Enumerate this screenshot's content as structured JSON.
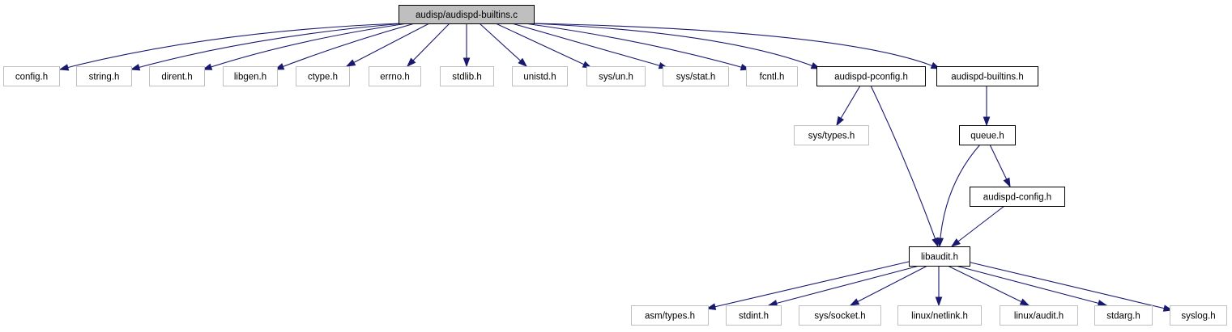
{
  "graph": {
    "colors": {
      "edge": "#191970",
      "root_fill": "#bfbfbf",
      "node_fill": "#ffffff",
      "documented_border": "#000000",
      "external_border": "#bfbfbf",
      "external_text": "#404040"
    },
    "nodes": [
      {
        "id": "root",
        "label": "audisp/audispd-builtins.c",
        "kind": "root"
      },
      {
        "id": "config",
        "label": "config.h",
        "kind": "external"
      },
      {
        "id": "string",
        "label": "string.h",
        "kind": "external"
      },
      {
        "id": "dirent",
        "label": "dirent.h",
        "kind": "external"
      },
      {
        "id": "libgen",
        "label": "libgen.h",
        "kind": "external"
      },
      {
        "id": "ctype",
        "label": "ctype.h",
        "kind": "external"
      },
      {
        "id": "errno",
        "label": "errno.h",
        "kind": "external"
      },
      {
        "id": "stdlib",
        "label": "stdlib.h",
        "kind": "external"
      },
      {
        "id": "unistd",
        "label": "unistd.h",
        "kind": "external"
      },
      {
        "id": "sysun",
        "label": "sys/un.h",
        "kind": "external"
      },
      {
        "id": "sysstat",
        "label": "sys/stat.h",
        "kind": "external"
      },
      {
        "id": "fcntl",
        "label": "fcntl.h",
        "kind": "external"
      },
      {
        "id": "pconfig",
        "label": "audispd-pconfig.h",
        "kind": "documented"
      },
      {
        "id": "builtins",
        "label": "audispd-builtins.h",
        "kind": "documented"
      },
      {
        "id": "systypes",
        "label": "sys/types.h",
        "kind": "external"
      },
      {
        "id": "queue",
        "label": "queue.h",
        "kind": "documented"
      },
      {
        "id": "aconfig",
        "label": "audispd-config.h",
        "kind": "documented"
      },
      {
        "id": "libaudit",
        "label": "libaudit.h",
        "kind": "documented"
      },
      {
        "id": "asmtypes",
        "label": "asm/types.h",
        "kind": "external"
      },
      {
        "id": "stdint",
        "label": "stdint.h",
        "kind": "external"
      },
      {
        "id": "syssocket",
        "label": "sys/socket.h",
        "kind": "external"
      },
      {
        "id": "netlink",
        "label": "linux/netlink.h",
        "kind": "external"
      },
      {
        "id": "laudit",
        "label": "linux/audit.h",
        "kind": "external"
      },
      {
        "id": "stdarg",
        "label": "stdarg.h",
        "kind": "external"
      },
      {
        "id": "syslog",
        "label": "syslog.h",
        "kind": "external"
      }
    ],
    "edges": [
      {
        "from": "root",
        "to": "config"
      },
      {
        "from": "root",
        "to": "string"
      },
      {
        "from": "root",
        "to": "dirent"
      },
      {
        "from": "root",
        "to": "libgen"
      },
      {
        "from": "root",
        "to": "ctype"
      },
      {
        "from": "root",
        "to": "errno"
      },
      {
        "from": "root",
        "to": "stdlib"
      },
      {
        "from": "root",
        "to": "unistd"
      },
      {
        "from": "root",
        "to": "sysun"
      },
      {
        "from": "root",
        "to": "sysstat"
      },
      {
        "from": "root",
        "to": "fcntl"
      },
      {
        "from": "root",
        "to": "pconfig"
      },
      {
        "from": "root",
        "to": "builtins"
      },
      {
        "from": "pconfig",
        "to": "systypes"
      },
      {
        "from": "pconfig",
        "to": "libaudit"
      },
      {
        "from": "builtins",
        "to": "queue"
      },
      {
        "from": "queue",
        "to": "aconfig"
      },
      {
        "from": "queue",
        "to": "libaudit"
      },
      {
        "from": "aconfig",
        "to": "libaudit"
      },
      {
        "from": "libaudit",
        "to": "asmtypes"
      },
      {
        "from": "libaudit",
        "to": "stdint"
      },
      {
        "from": "libaudit",
        "to": "syssocket"
      },
      {
        "from": "libaudit",
        "to": "netlink"
      },
      {
        "from": "libaudit",
        "to": "laudit"
      },
      {
        "from": "libaudit",
        "to": "stdarg"
      },
      {
        "from": "libaudit",
        "to": "syslog"
      }
    ]
  }
}
